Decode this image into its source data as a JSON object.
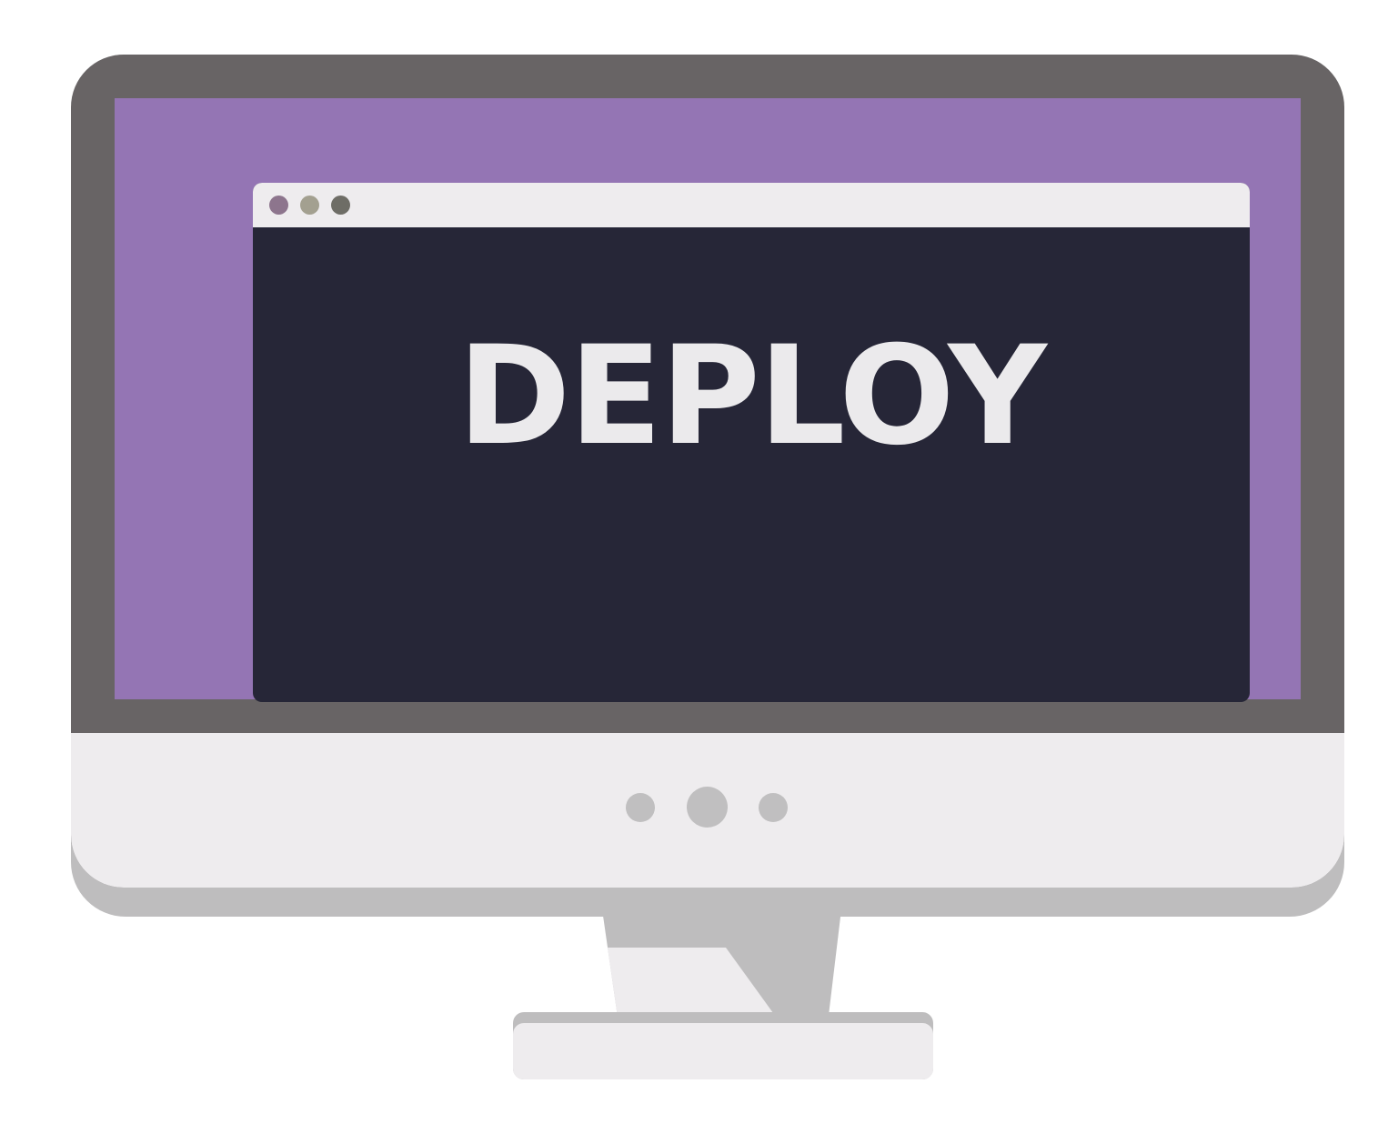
{
  "screen": {
    "headline": "DEPLOY"
  },
  "window": {
    "controls": [
      {
        "name": "window-control-dot-1",
        "color": "#8d758d"
      },
      {
        "name": "window-control-dot-2",
        "color": "#a3a090"
      },
      {
        "name": "window-control-dot-3",
        "color": "#6e6d66"
      }
    ]
  },
  "colors": {
    "bezel": "#686465",
    "screen_background": "#9475b4",
    "window_background": "#262637",
    "titlebar": "#eeecee",
    "chin": "#eeecee",
    "stand": "#bebdbe",
    "text": "#ebeaec"
  },
  "icons": [
    "monitor-icon",
    "chin-button-icon"
  ]
}
